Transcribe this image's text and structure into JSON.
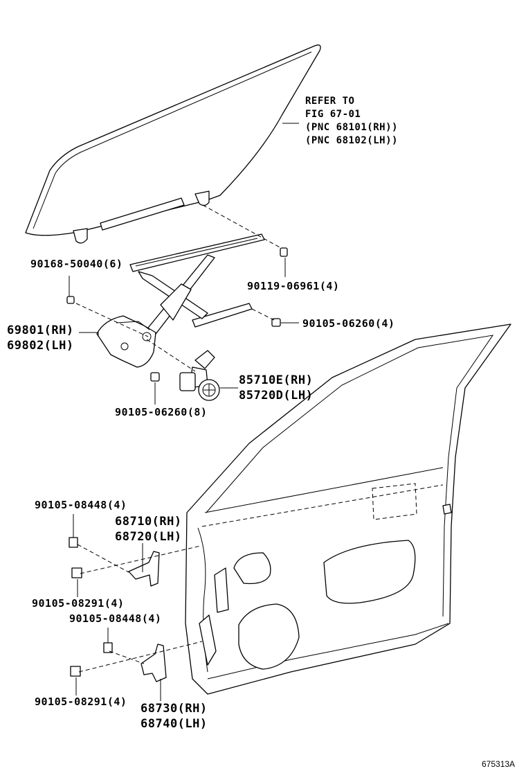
{
  "reference_note": {
    "line1": "REFER TO",
    "line2": "FIG 67-01",
    "line3": "(PNC 68101(RH))",
    "line4": "(PNC 68102(LH))"
  },
  "parts": {
    "bolt_90168": "90168-50040(6)",
    "bolt_90119": "90119-06961(4)",
    "bolt_90105_06260_right": "90105-06260(4)",
    "regulator_rh": "69801(RH)",
    "regulator_lh": "69802(LH)",
    "motor_rh": "85710E(RH)",
    "motor_lh": "85720D(LH)",
    "bolt_90105_06260_bottom": "90105-06260(8)",
    "bolt_90105_08448_top": "90105-08448(4)",
    "upper_hinge_rh": "68710(RH)",
    "upper_hinge_lh": "68720(LH)",
    "bolt_90105_08291_top": "90105-08291(4)",
    "bolt_90105_08448_bottom": "90105-08448(4)",
    "bolt_90105_08291_bottom": "90105-08291(4)",
    "lower_hinge_rh": "68730(RH)",
    "lower_hinge_lh": "68740(LH)"
  },
  "figure_code": "675313A"
}
